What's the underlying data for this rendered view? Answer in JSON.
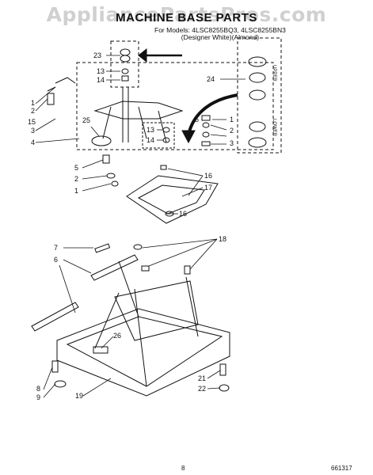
{
  "watermark": "AppliancePartsPros.com",
  "header": {
    "title": "MACHINE BASE PARTS",
    "models_line1": "For Models: 4LSC8255BQ3, 4LSC8255BN3",
    "models_line2": "(Designer White)(Almond)"
  },
  "diagram": {
    "labels": {
      "l23": "23",
      "l13a": "13",
      "l14a": "14",
      "l24": "24",
      "l1a": "1",
      "l2a": "2",
      "l15": "15",
      "l3a": "3",
      "l4": "4",
      "l25": "25",
      "l13b": "13",
      "l14b": "14",
      "l5r": "5",
      "l1r": "1",
      "l2r": "2",
      "l3r": "3",
      "l5": "5",
      "l2b": "2",
      "l1b": "1",
      "l16a": "16",
      "l17": "17",
      "l16b": "16",
      "l7": "7",
      "l6": "6",
      "l18": "18",
      "l26": "26",
      "l8": "8",
      "l9": "9",
      "l19": "19",
      "l21": "21",
      "l22": "22"
    },
    "seal_group": {
      "upper_label": "UPPER",
      "lower_label": "LOWER"
    }
  },
  "footer": {
    "page": "8",
    "code": "661317"
  }
}
